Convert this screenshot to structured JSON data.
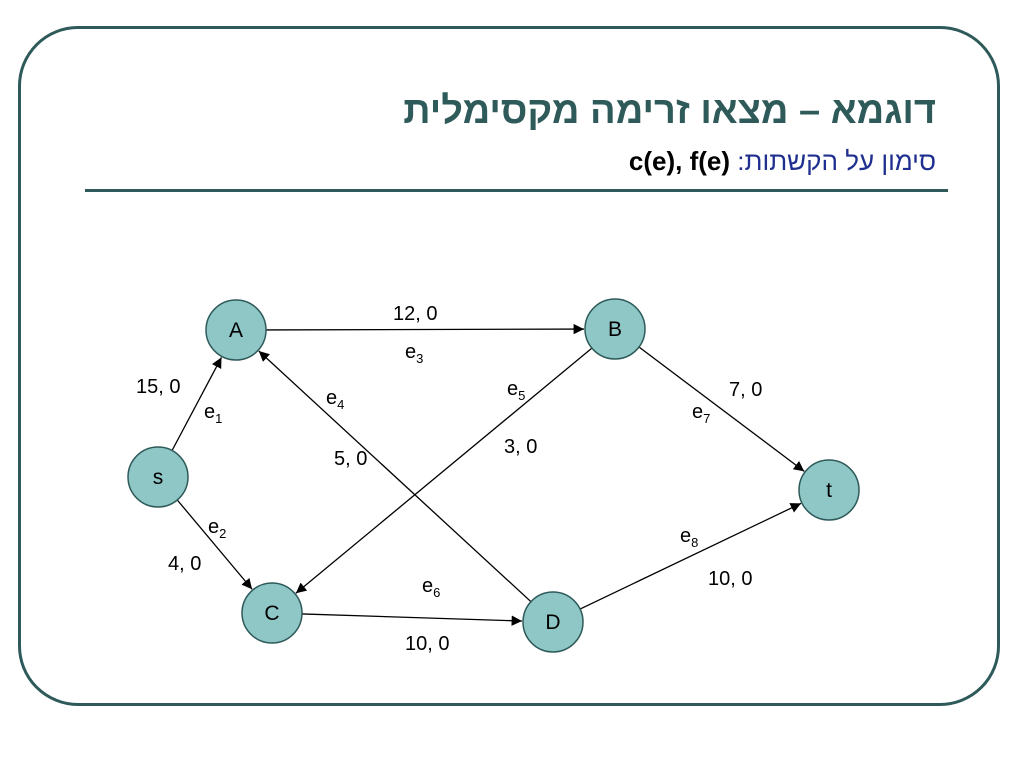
{
  "title": "דוגמא – מצאו זרימה מקסימלית",
  "subtitle": {
    "text": "סימון על הקשתות:",
    "notation": "c(e), f(e)"
  },
  "colors": {
    "frame": "#2f5a5a",
    "node_fill": "#8fc6c6",
    "subtitle_text": "#1f2f8f"
  },
  "nodes": [
    {
      "id": "s",
      "label": "s"
    },
    {
      "id": "A",
      "label": "A"
    },
    {
      "id": "B",
      "label": "B"
    },
    {
      "id": "C",
      "label": "C"
    },
    {
      "id": "D",
      "label": "D"
    },
    {
      "id": "t",
      "label": "t"
    }
  ],
  "edges": [
    {
      "id": "e1",
      "from": "s",
      "to": "A",
      "name": "e",
      "index": "1",
      "label": "15, 0"
    },
    {
      "id": "e2",
      "from": "s",
      "to": "C",
      "name": "e",
      "index": "2",
      "label": "4, 0"
    },
    {
      "id": "e3",
      "from": "A",
      "to": "B",
      "name": "e",
      "index": "3",
      "label": "12, 0"
    },
    {
      "id": "e4",
      "from": "D",
      "to": "A",
      "name": "e",
      "index": "4",
      "label": "5, 0"
    },
    {
      "id": "e5",
      "from": "B",
      "to": "C",
      "name": "e",
      "index": "5",
      "label": "3, 0"
    },
    {
      "id": "e6",
      "from": "C",
      "to": "D",
      "name": "e",
      "index": "6",
      "label": "10, 0"
    },
    {
      "id": "e7",
      "from": "B",
      "to": "t",
      "name": "e",
      "index": "7",
      "label": "7, 0"
    },
    {
      "id": "e8",
      "from": "D",
      "to": "t",
      "name": "e",
      "index": "8",
      "label": "10, 0"
    }
  ]
}
